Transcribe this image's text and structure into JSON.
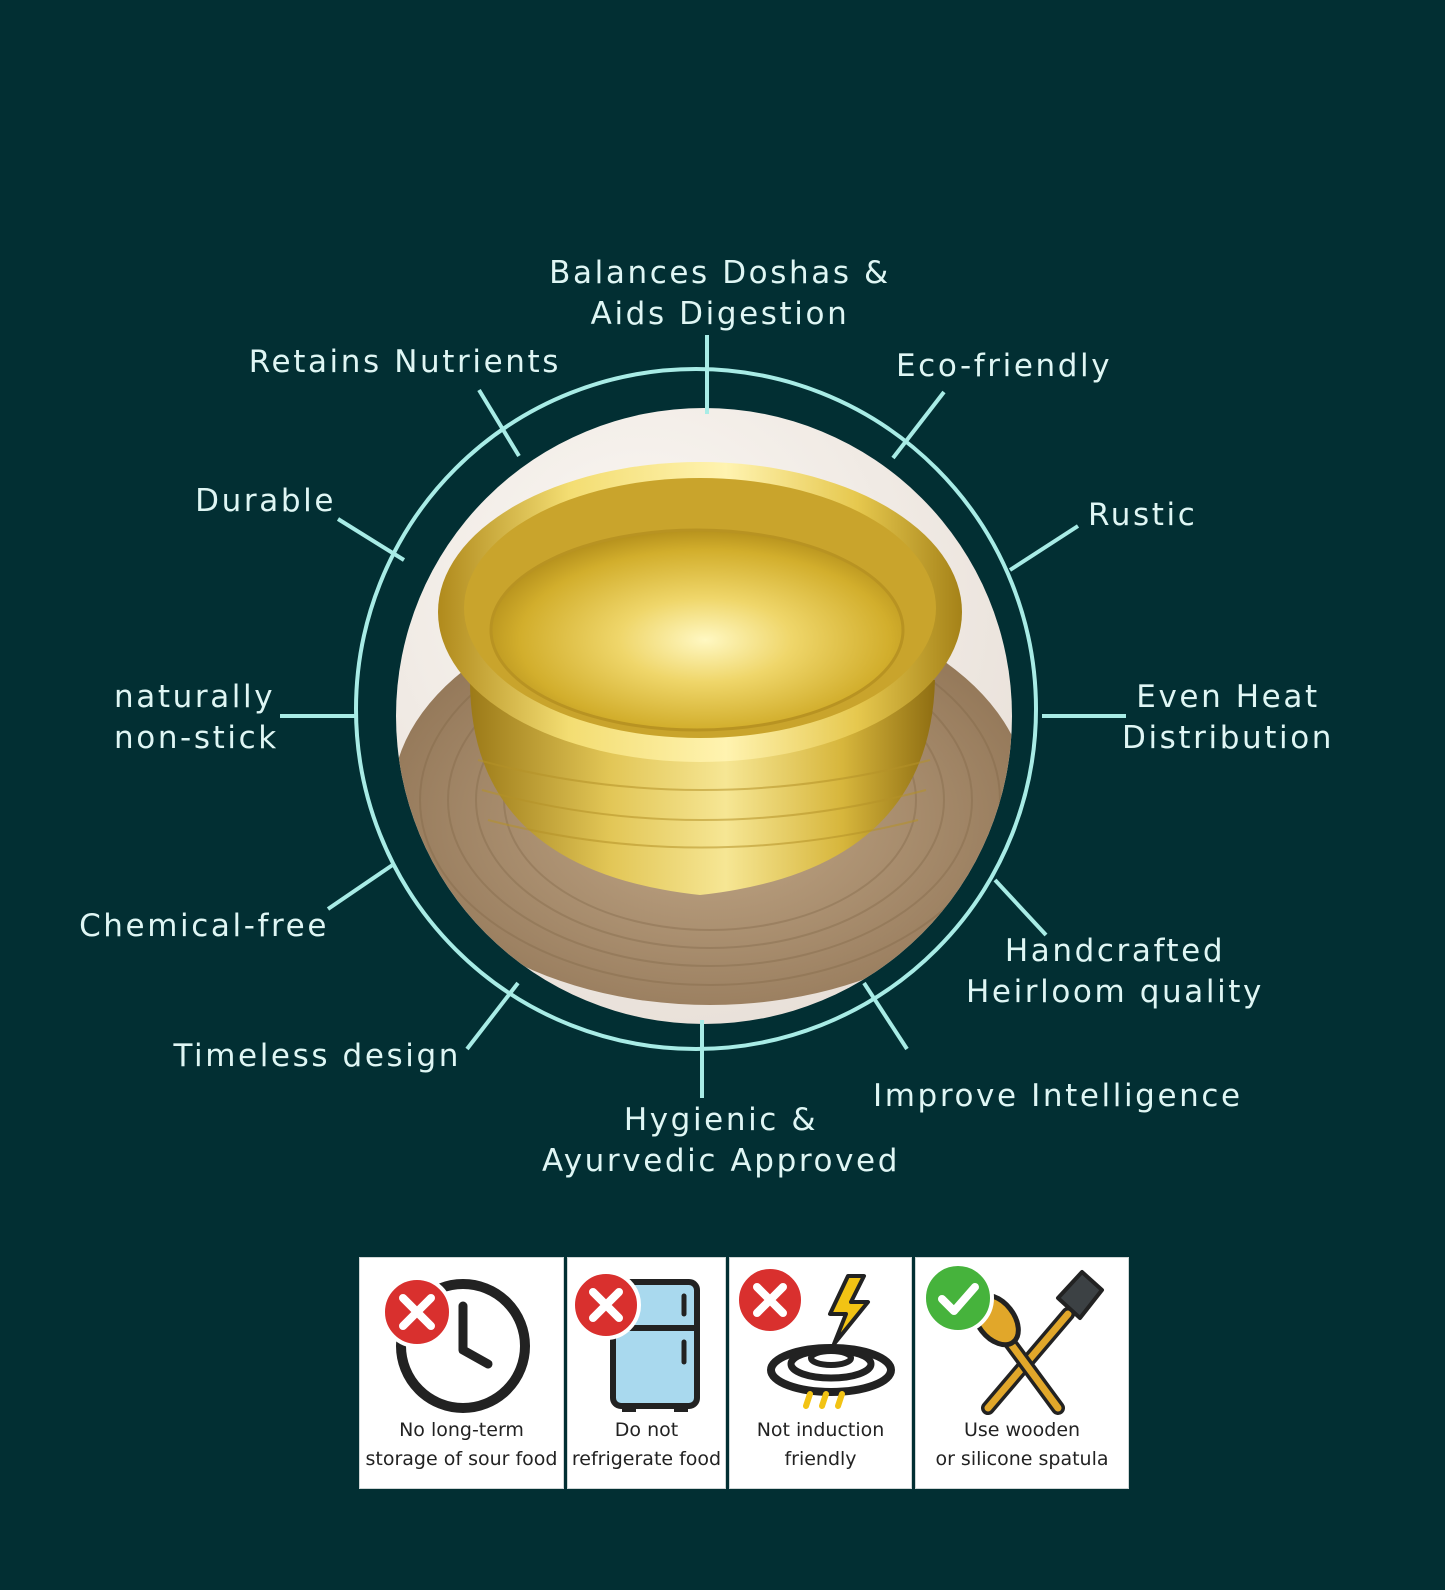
{
  "features": {
    "balances": [
      "Balances Doshas &",
      "Aids Digestion"
    ],
    "retains": [
      "Retains Nutrients"
    ],
    "eco": [
      "Eco-friendly"
    ],
    "durable": [
      "Durable"
    ],
    "rustic": [
      "Rustic"
    ],
    "nonstick": [
      "naturally",
      "non-stick"
    ],
    "even_heat": [
      "Even Heat",
      "Distribution"
    ],
    "chemical": [
      "Chemical-free"
    ],
    "handcrafted": [
      "Handcrafted",
      "Heirloom quality"
    ],
    "timeless": [
      "Timeless design"
    ],
    "improve": [
      "Improve Intelligence"
    ],
    "hygienic": [
      "Hygienic &",
      "Ayurvedic Approved"
    ]
  },
  "care_cards": [
    {
      "lines": [
        "No long-term",
        "storage of sour food"
      ],
      "status_icon": "x-circle-icon",
      "icon": "clock-icon"
    },
    {
      "lines": [
        "Do not",
        "refrigerate food"
      ],
      "status_icon": "x-circle-icon",
      "icon": "refrigerator-icon"
    },
    {
      "lines": [
        "Not induction",
        "friendly"
      ],
      "status_icon": "x-circle-icon",
      "icon": "induction-cooktop-icon"
    },
    {
      "lines": [
        "Use wooden",
        "or silicone spatula"
      ],
      "status_icon": "check-circle-icon",
      "icon": "spatula-icon"
    }
  ],
  "colors": {
    "background": "#022f33",
    "accent_line": "#a8ece6",
    "text": "#dff6f4",
    "brass": "#d8b734",
    "jute": "#a88c6c",
    "cross_red": "#d9302e",
    "check_green": "#46b33c"
  }
}
